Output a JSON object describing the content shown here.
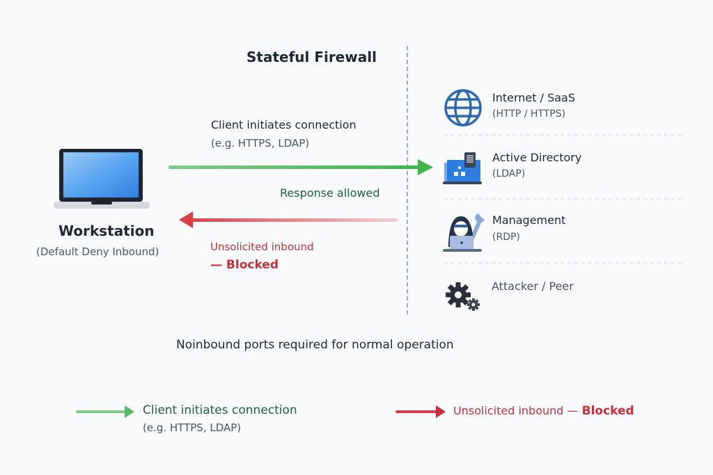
{
  "diagram": {
    "title": "Stateful Firewall",
    "workstation": {
      "name": "Workstation",
      "subtitle": "(Default Deny Inbound)",
      "icon": "laptop-icon"
    },
    "outbound_flow": {
      "label": "Client initiates connection",
      "sublabel": "(e.g. HTTPS, LDAP)",
      "color": "#3fb54a"
    },
    "response_label": "Response allowed",
    "inbound_flow": {
      "label": "Unsolicited inbound",
      "blocked": "— Blocked",
      "color": "#d9404a"
    },
    "services": [
      {
        "name": "Internet / SaaS",
        "sub": "(HTTP / HTTPS)",
        "icon": "globe-icon"
      },
      {
        "name": "Active Directory",
        "sub": "(LDAP)",
        "icon": "directory-server-icon"
      },
      {
        "name": "Management",
        "sub": "(RDP)",
        "icon": "admin-hacker-icon"
      },
      {
        "name": "Attacker / Peer",
        "sub": "",
        "icon": "gears-icon"
      }
    ],
    "note": "Noinbound ports required for normal operation"
  },
  "legend": {
    "allowed": {
      "label": "Client initiates connection",
      "sub": "(e.g. HTTPS, LDAP)",
      "color": "#6abf69"
    },
    "blocked": {
      "label": "Unsolicited inbound",
      "dash": "—",
      "strong": "Blocked",
      "color": "#d9404a"
    }
  }
}
